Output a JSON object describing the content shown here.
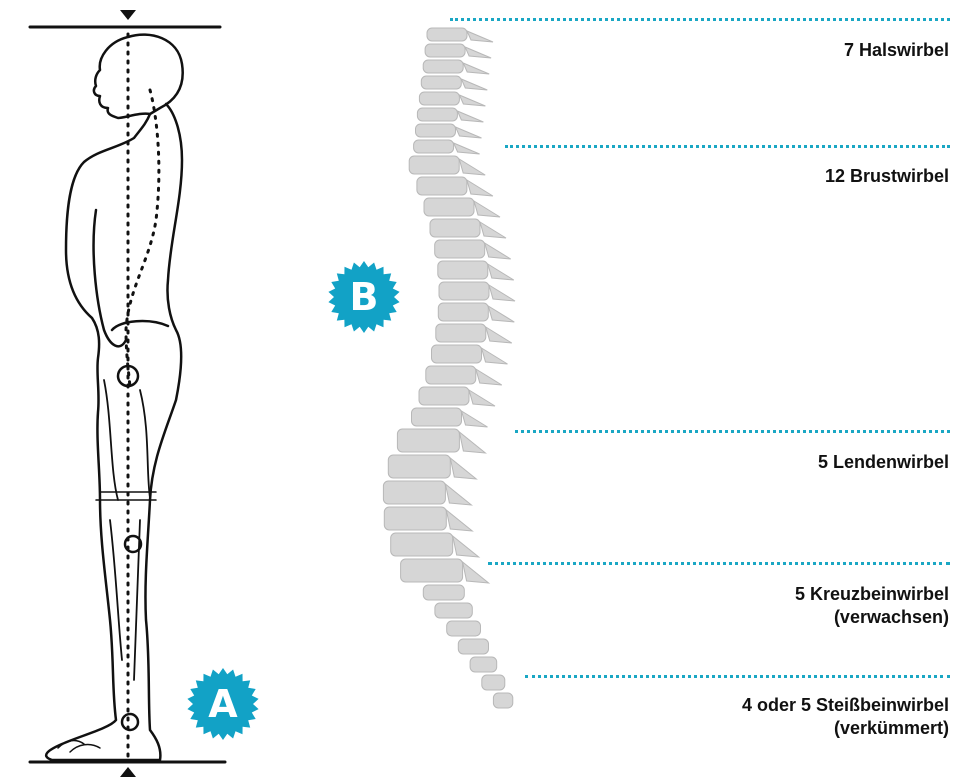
{
  "badges": {
    "a": "A",
    "b": "B"
  },
  "levels": [
    {
      "label_lines": [
        "7 Halswirbel"
      ]
    },
    {
      "label_lines": [
        "12 Brustwirbel"
      ]
    },
    {
      "label_lines": [
        "5 Lendenwirbel"
      ]
    },
    {
      "label_lines": [
        "5 Kreuzbeinwirbel",
        "(verwachsen)"
      ]
    },
    {
      "label_lines": [
        "4 oder 5 Steißbeinwirbel",
        "(verkümmert)"
      ]
    }
  ],
  "colors": {
    "accent": "#1aa7c4",
    "badge": "#12a2c6",
    "spine": "#cfcfcf",
    "text": "#111111"
  }
}
